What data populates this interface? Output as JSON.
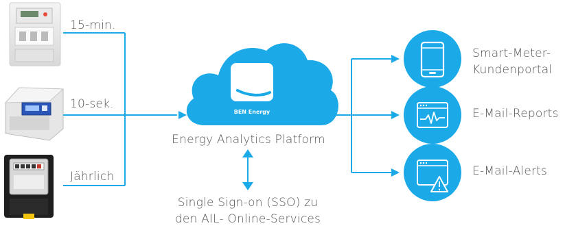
{
  "colors": {
    "accent": "#1ba9e8",
    "text": "#555555"
  },
  "sources": [
    {
      "label": "15-min.",
      "device_icon": "smart-meter-icon"
    },
    {
      "label": "10-sek.",
      "device_icon": "din-rail-meter-icon"
    },
    {
      "label": "Jährlich",
      "device_icon": "ferraris-meter-icon"
    }
  ],
  "platform": {
    "icon": "cloud-icon",
    "brand_logo": "BEN Energy",
    "label": "Energy Analytics Platform"
  },
  "sso": {
    "label": "Single Sign-on (SSO) zu den AIL- Online-Services"
  },
  "outputs": [
    {
      "label": "Smart-Meter-Kundenportal",
      "icon": "smartphone-icon"
    },
    {
      "label": "E-Mail-Reports",
      "icon": "browser-chart-icon"
    },
    {
      "label": "E-Mail-Alerts",
      "icon": "browser-alert-icon"
    }
  ]
}
